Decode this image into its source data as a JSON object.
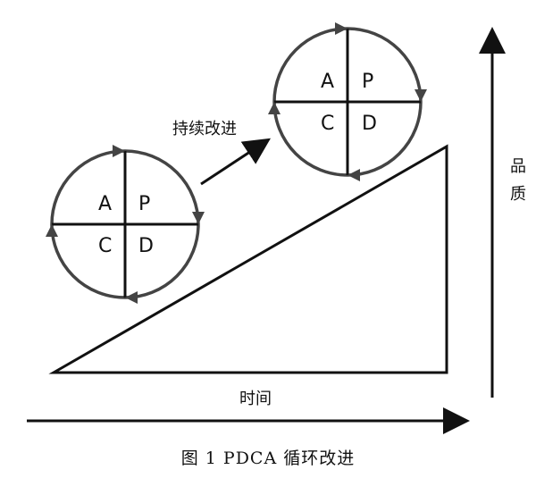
{
  "labels": {
    "continuous_improvement": "持续改进",
    "time": "时间",
    "quality_char_1": "品",
    "quality_char_2": "质"
  },
  "caption": "图 1 PDCA 循环改进",
  "cycles": [
    {
      "a": "A",
      "p": "P",
      "c": "C",
      "d": "D"
    },
    {
      "a": "A",
      "p": "P",
      "c": "C",
      "d": "D"
    }
  ],
  "colors": {
    "line": "#111111",
    "circle": "#444444"
  }
}
